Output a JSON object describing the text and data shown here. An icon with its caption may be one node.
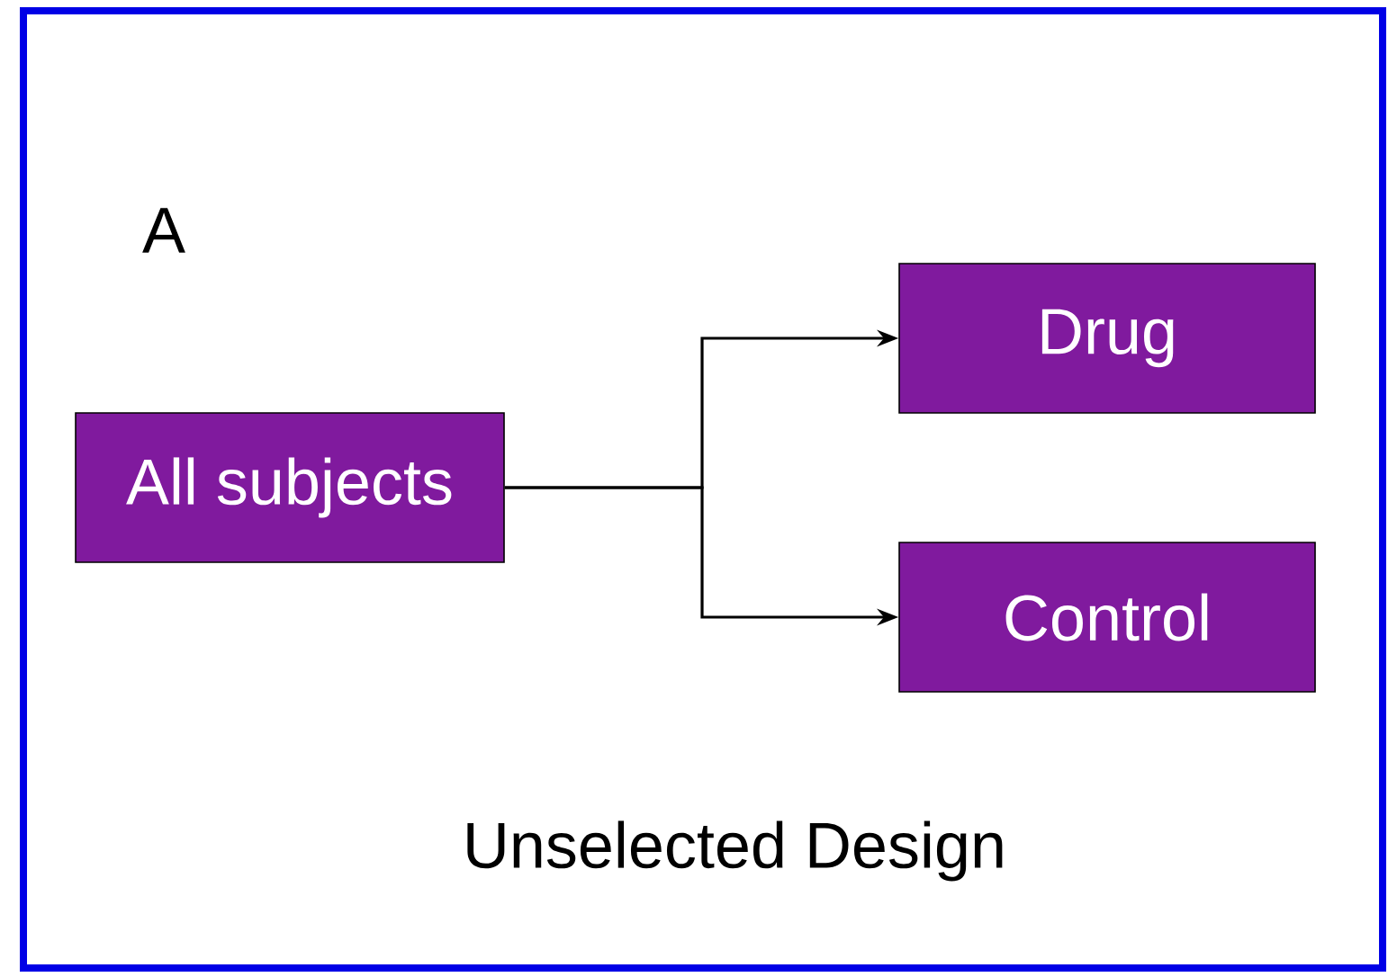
{
  "diagram": {
    "nodes": [
      {
        "text": [
          "All subjects"
        ]
      },
      {
        "text": [
          "Drug"
        ]
      },
      {
        "text": [
          "Control"
        ]
      }
    ],
    "edges": [
      {
        "from": 0,
        "to": 1,
        "arrow": "to"
      },
      {
        "from": 0,
        "to": 2,
        "arrow": "to"
      }
    ],
    "labels": [
      "A",
      "Unselected Design"
    ]
  }
}
